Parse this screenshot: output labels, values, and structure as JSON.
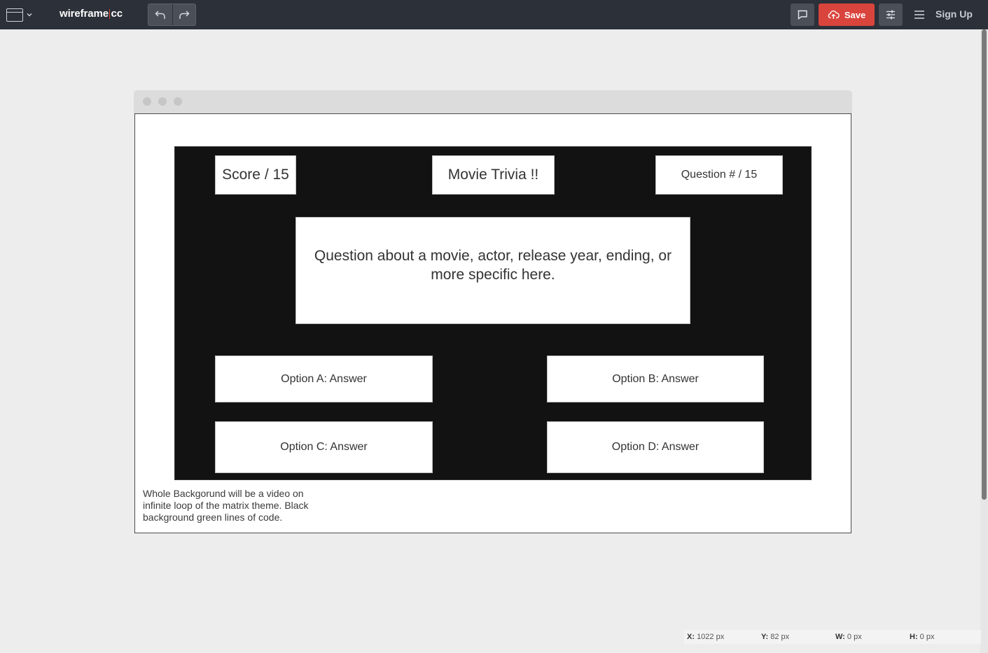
{
  "toolbar": {
    "logo_left": "wireframe",
    "logo_right": "cc",
    "save_label": "Save",
    "signup_label": "Sign Up",
    "save_color": "#d9443c",
    "bar_color": "#2c3038"
  },
  "wireframe": {
    "score": "Score / 15",
    "title": "Movie Trivia !!",
    "question_number": "Question # / 15",
    "question": "Question about a movie, actor, release year, ending, or more specific here.",
    "options": {
      "a": "Option A: Answer",
      "b": "Option B: Answer",
      "c": "Option C: Answer",
      "d": "Option D: Answer"
    },
    "note": "Whole Backgorund will be a video on infinite loop of the matrix theme. Black background green lines of code.",
    "stage_color": "#121212"
  },
  "status": {
    "x_label": "X:",
    "x_value": "1022 px",
    "y_label": "Y:",
    "y_value": "82 px",
    "w_label": "W:",
    "w_value": "0 px",
    "h_label": "H:",
    "h_value": "0 px"
  },
  "icons": {
    "page_menu": "browser-window-icon",
    "undo": "undo-icon",
    "redo": "redo-icon",
    "comment": "comment-icon",
    "save": "cloud-upload-icon",
    "settings": "sliders-icon",
    "menu": "hamburger-icon"
  }
}
